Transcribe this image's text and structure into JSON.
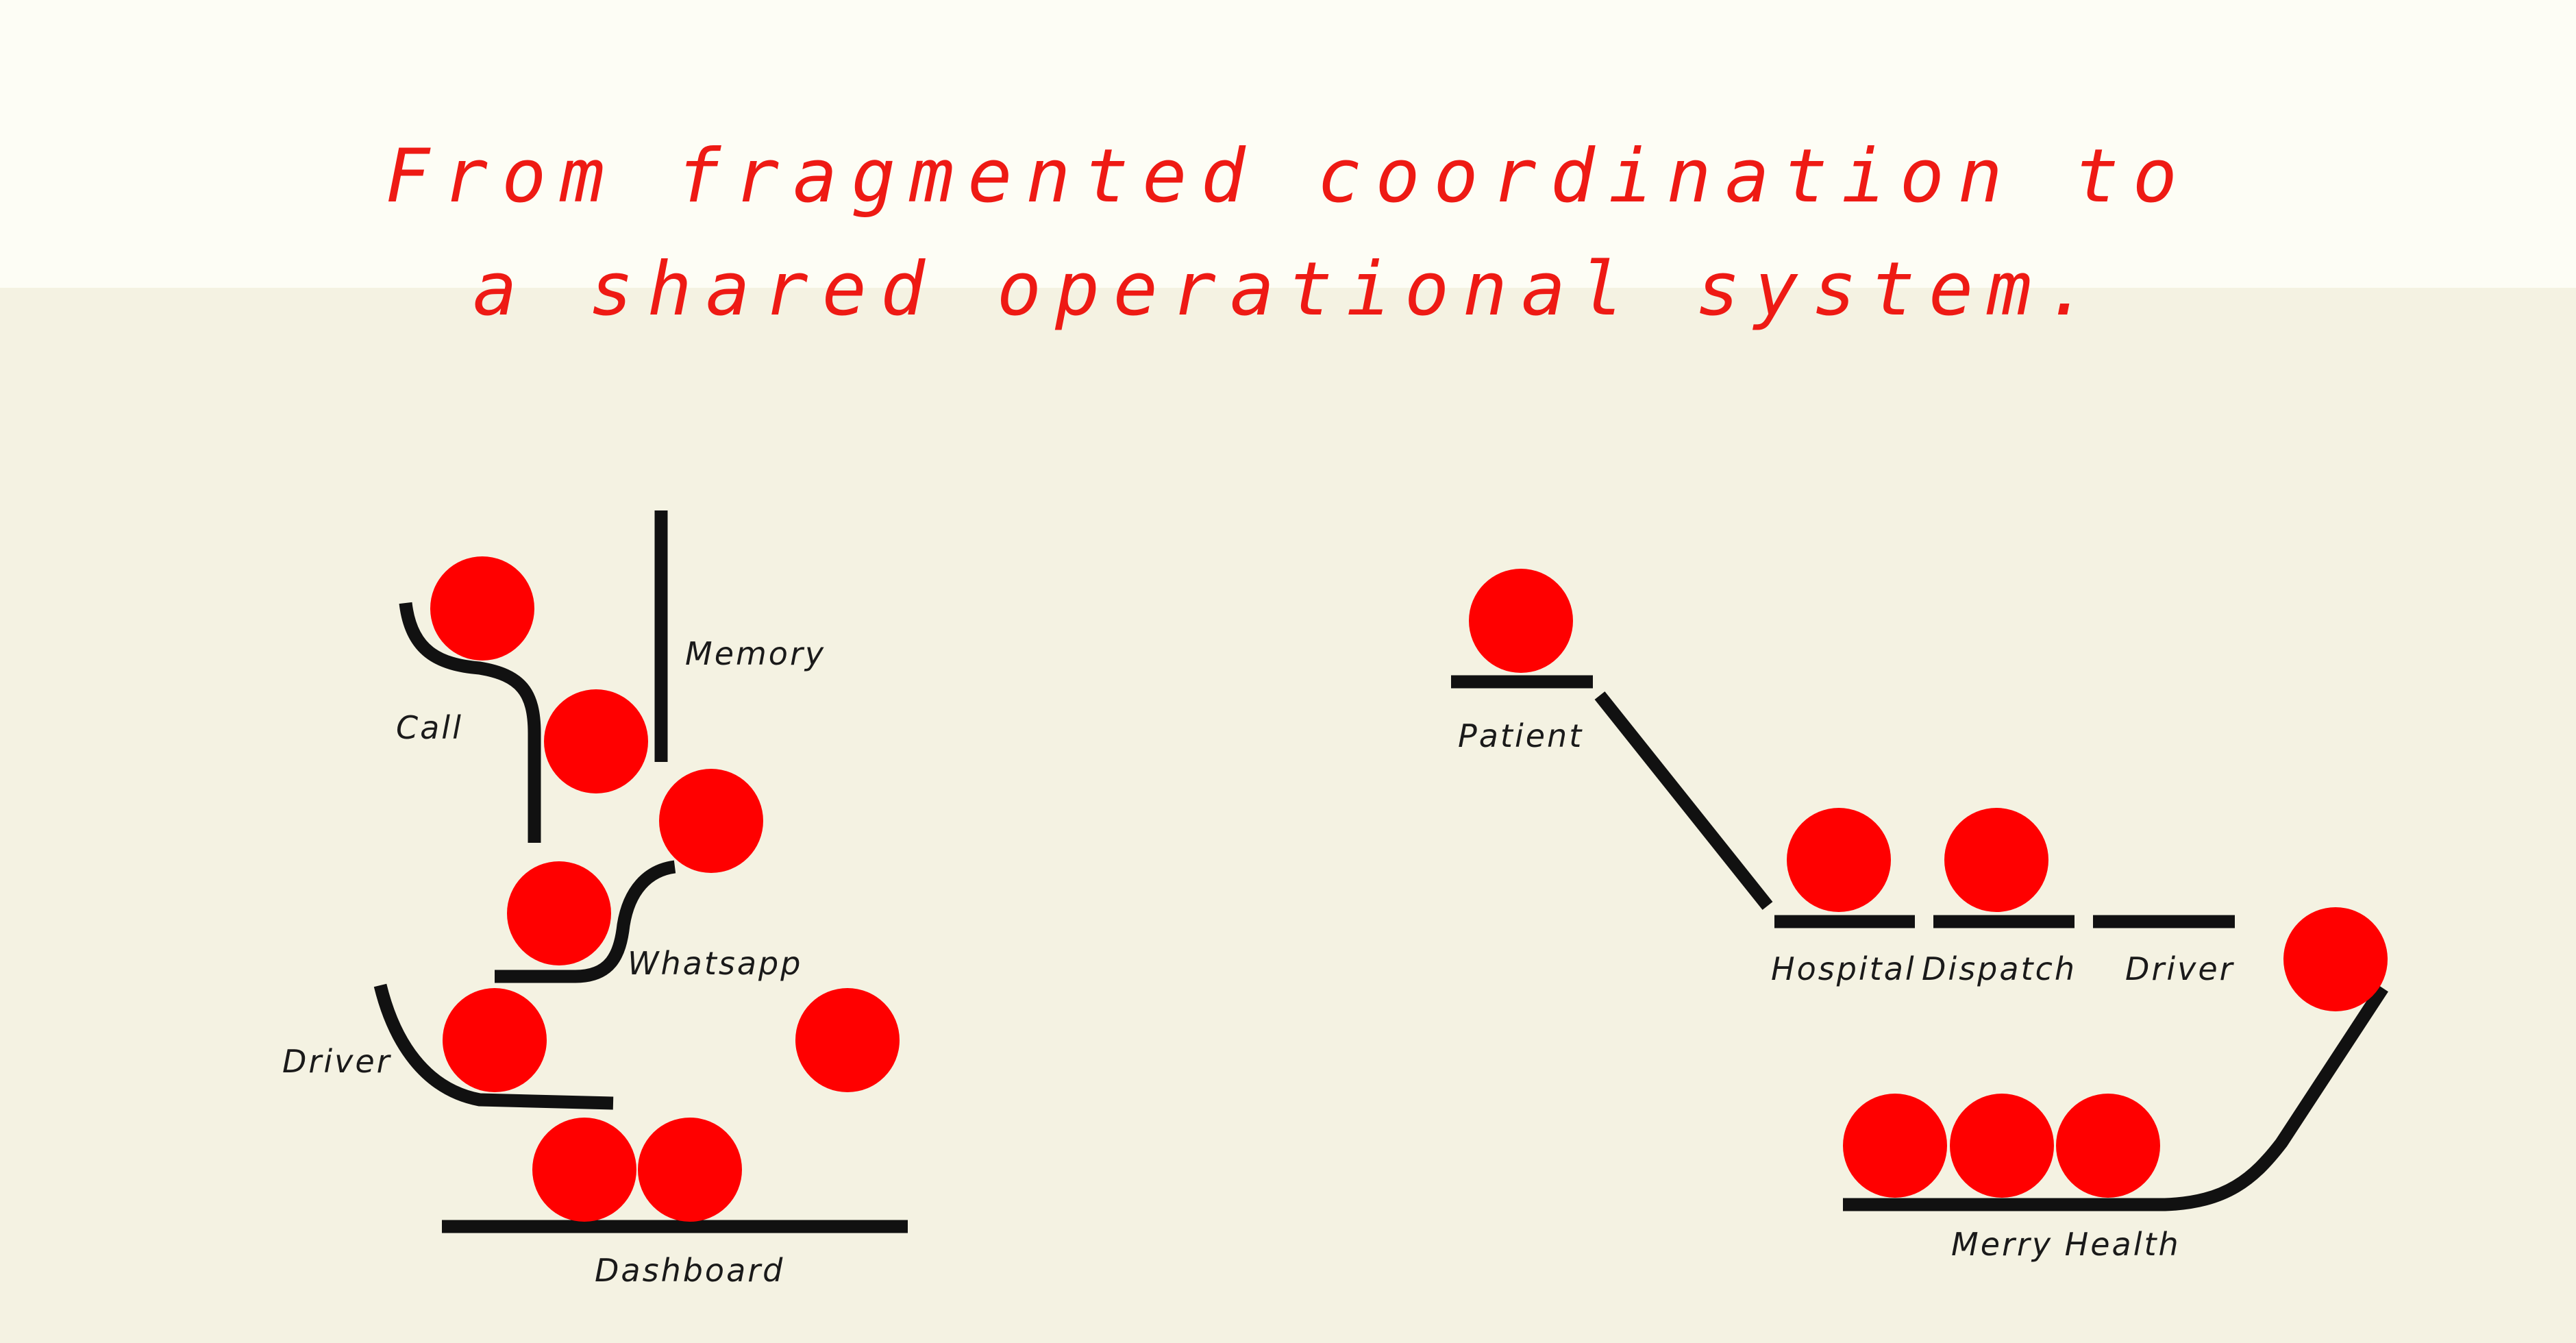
{
  "headline": {
    "line1": "From fragmented coordination to",
    "line2": "a shared operational system."
  },
  "colors": {
    "accent": "#ff0000",
    "headline": "#ee1a14",
    "ink": "#111111",
    "background": "#f4f2e2",
    "top_band": "#fdfdf5"
  },
  "fragmented": {
    "labels": {
      "call": "Call",
      "memory": "Memory",
      "whatsapp": "Whatsapp",
      "driver": "Driver",
      "dashboard": "Dashboard"
    }
  },
  "shared": {
    "labels": {
      "patient": "Patient",
      "hospital": "Hospital",
      "dispatch": "Dispatch",
      "driver": "Driver",
      "merry_health": "Merry Health"
    }
  }
}
